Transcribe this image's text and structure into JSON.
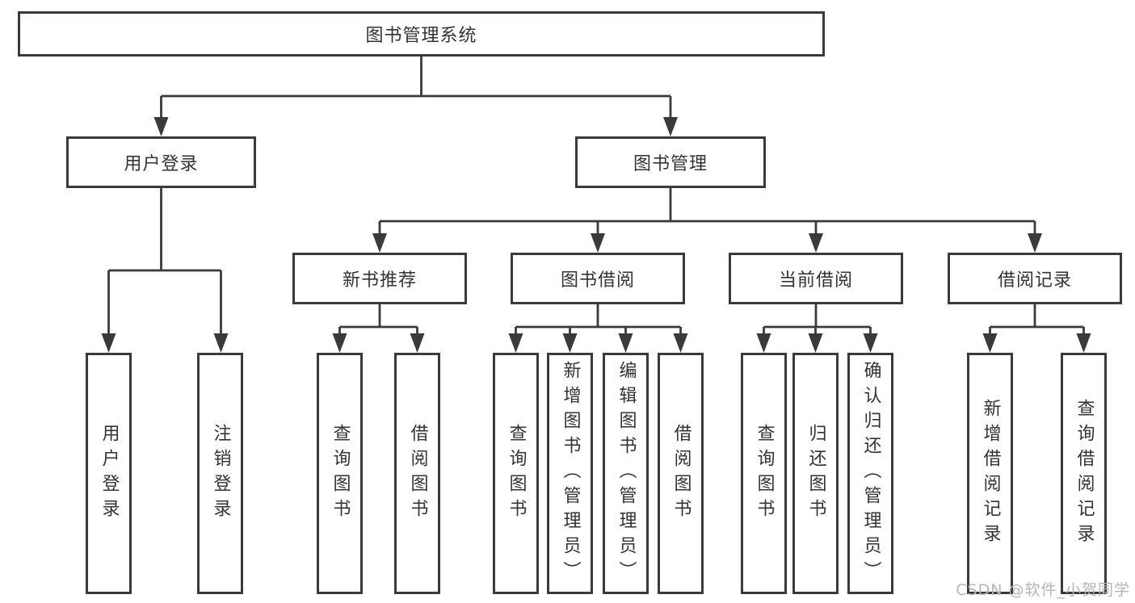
{
  "tree": {
    "label": "图书管理系统",
    "children": [
      {
        "label": "用户登录",
        "children": [
          {
            "label": "用户登录"
          },
          {
            "label": "注销登录"
          }
        ]
      },
      {
        "label": "图书管理",
        "children": [
          {
            "label": "新书推荐",
            "children": [
              {
                "label": "查询图书"
              },
              {
                "label": "借阅图书"
              }
            ]
          },
          {
            "label": "图书借阅",
            "children": [
              {
                "label": "查询图书"
              },
              {
                "label": "新增图书（管理员）"
              },
              {
                "label": "编辑图书（管理员）"
              },
              {
                "label": "借阅图书"
              }
            ]
          },
          {
            "label": "当前借阅",
            "children": [
              {
                "label": "查询图书"
              },
              {
                "label": "归还图书"
              },
              {
                "label": "确认归还（管理员）"
              }
            ]
          },
          {
            "label": "借阅记录",
            "children": [
              {
                "label": "新增借阅记录"
              },
              {
                "label": "查询借阅记录"
              }
            ]
          }
        ]
      }
    ]
  },
  "watermark": {
    "text": "CSDN @软件_小贺同学"
  },
  "colors": {
    "line": "#3a3a3a",
    "text": "#333333",
    "background": "#ffffff",
    "watermark": "#b5b5b5"
  }
}
